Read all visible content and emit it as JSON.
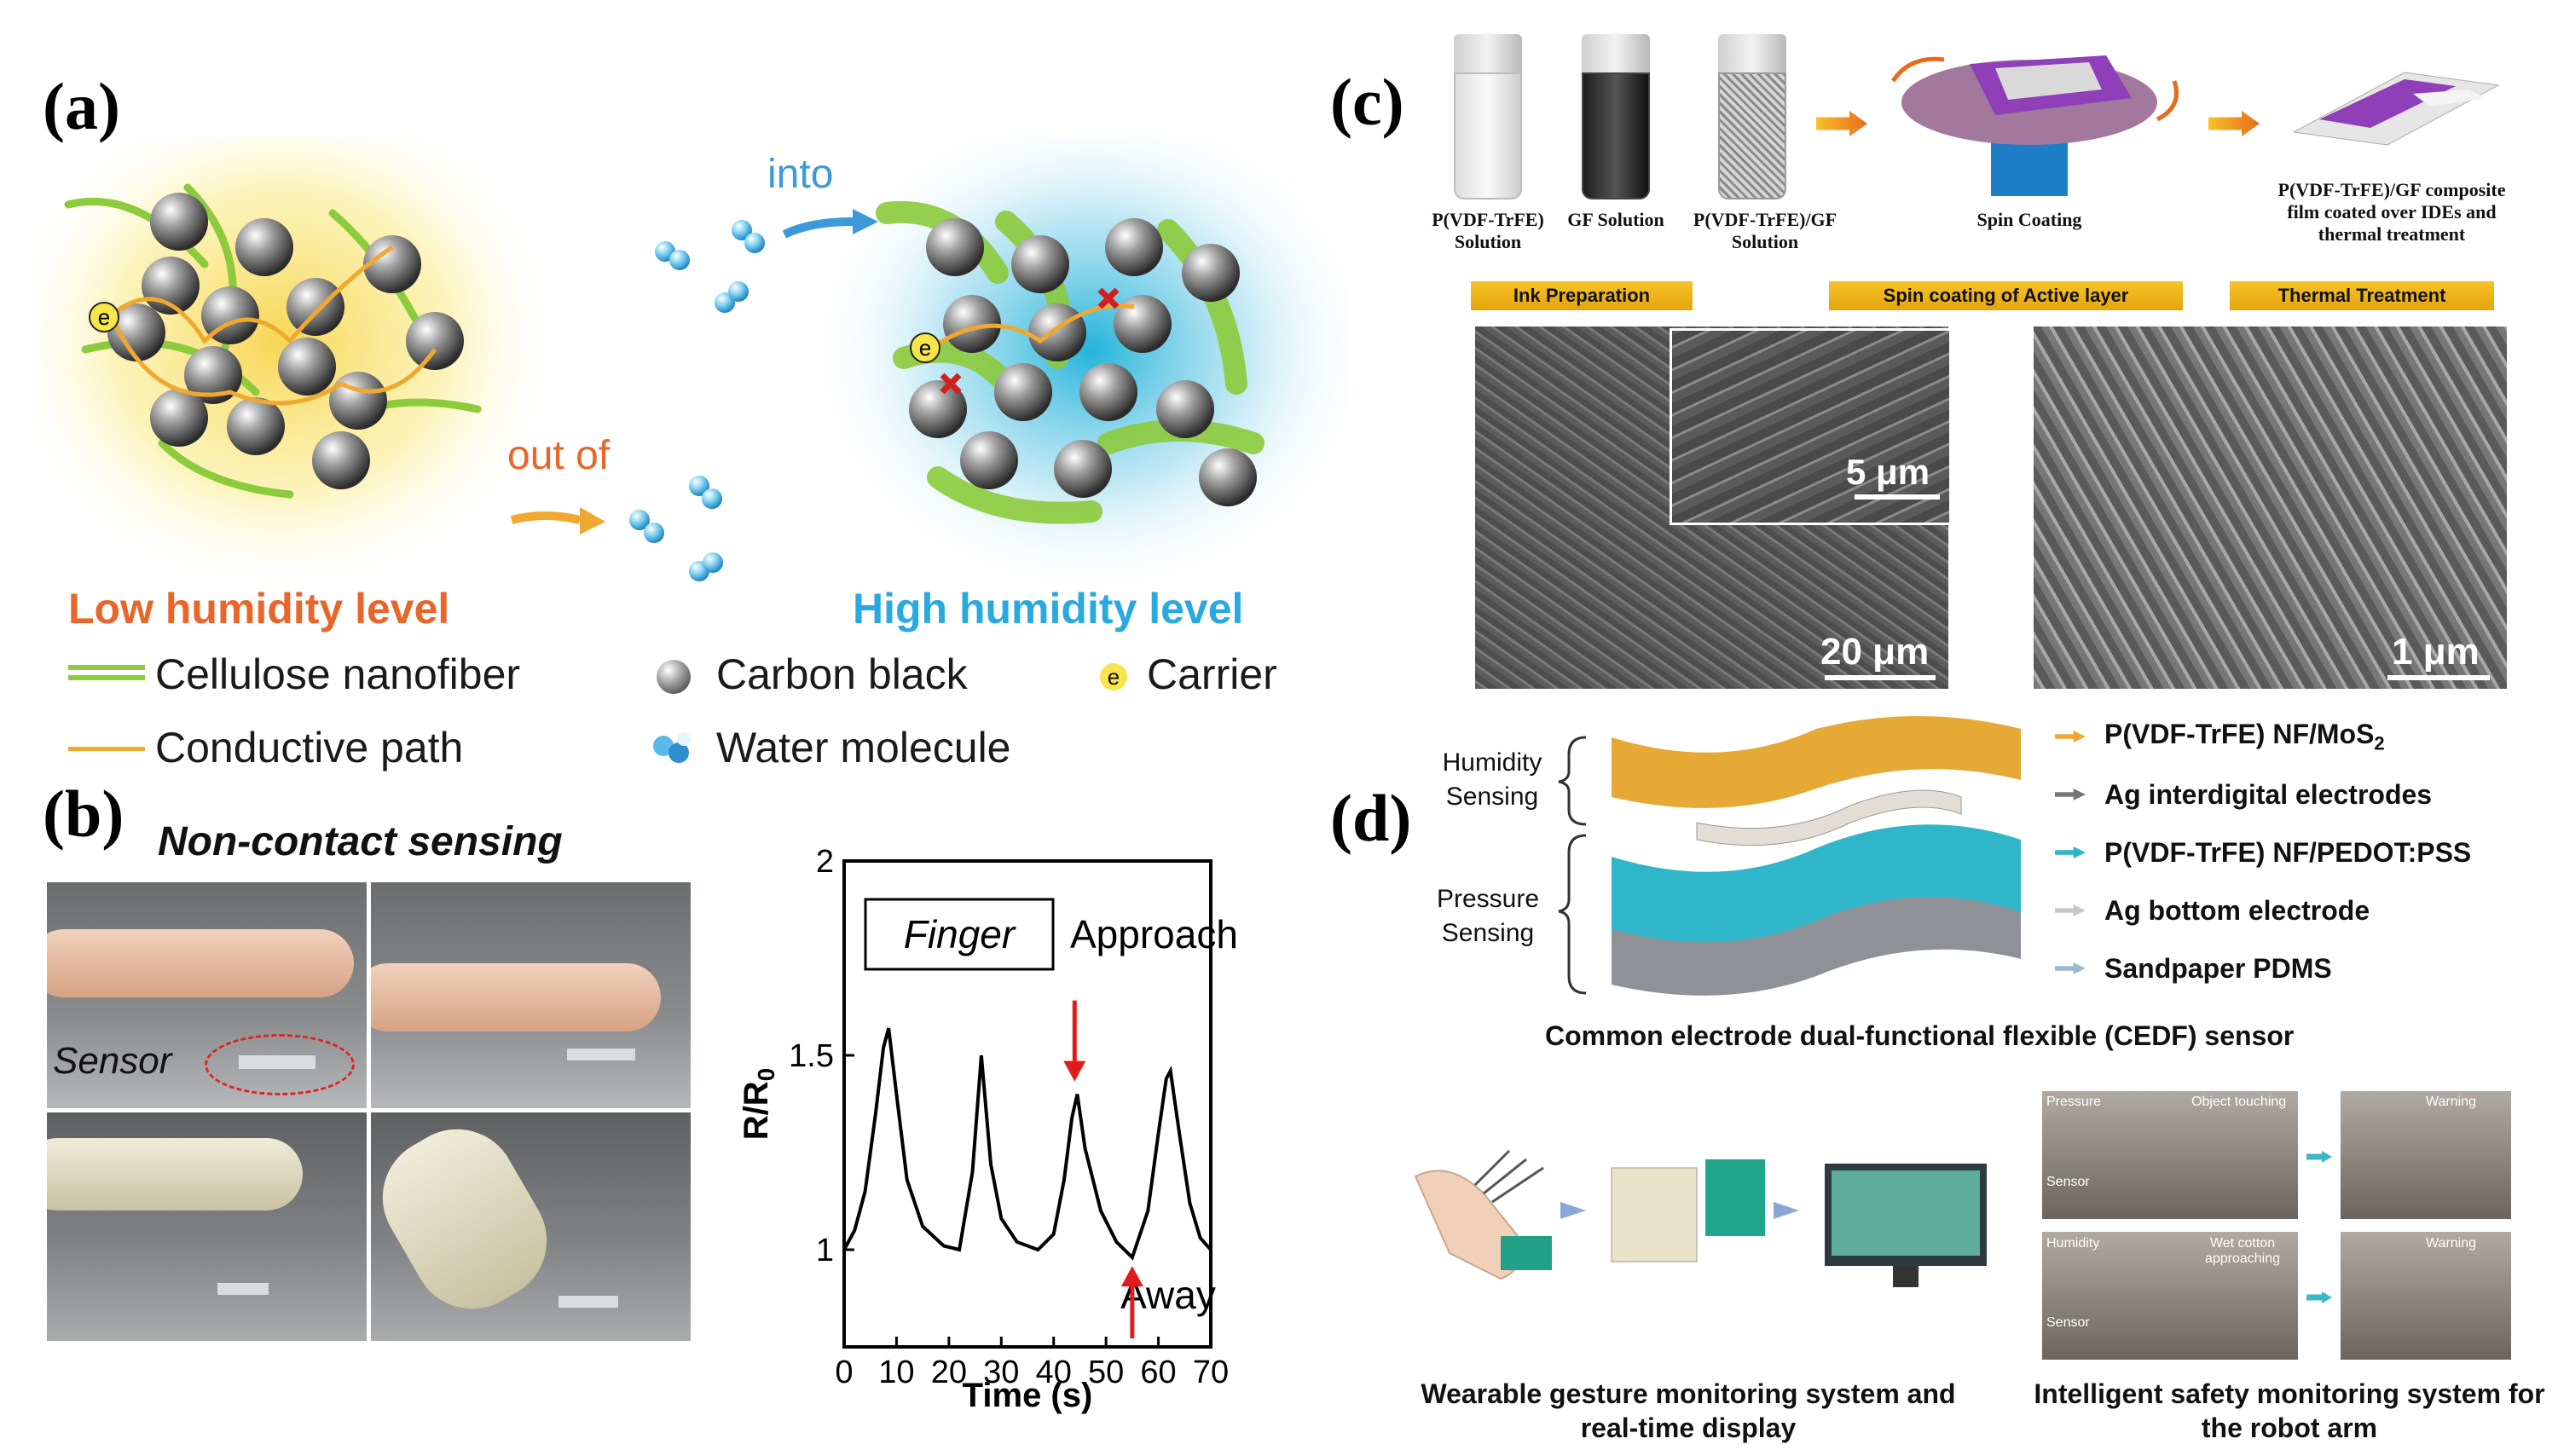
{
  "panels": {
    "a": "(a)",
    "b": "(b)",
    "c": "(c)",
    "d": "(d)"
  },
  "panel_a": {
    "into": "into",
    "out_of": "out of",
    "low": "Low humidity level",
    "high": "High humidity level",
    "carrier_glyph": "e",
    "legend": {
      "cellulose": "Cellulose nanofiber",
      "carbon": "Carbon black",
      "carrier": "Carrier",
      "conductive": "Conductive path",
      "water": "Water molecule"
    },
    "colors": {
      "low": "#e8662a",
      "high": "#29a9df",
      "fiber": "#8ccb3c",
      "path": "#f0a830"
    }
  },
  "panel_b": {
    "title": "Non-contact sensing",
    "sensor_label": "Sensor",
    "finger_box": "Finger",
    "approach": "Approach",
    "away": "Away",
    "chart_data": {
      "type": "line",
      "xlabel": "Time (s)",
      "ylabel": "R/R0",
      "xlim": [
        0,
        70
      ],
      "ylim": [
        0.75,
        2.0
      ],
      "xticks": [
        0,
        10,
        20,
        30,
        40,
        50,
        60,
        70
      ],
      "yticks": [
        {
          "v": 1,
          "label": "1"
        },
        {
          "v": 1.5,
          "label": "1.5"
        },
        {
          "v": 2,
          "label": "2"
        }
      ],
      "series": [
        {
          "x": [
            0,
            2,
            4,
            6,
            7.5,
            8.5,
            10,
            12,
            15,
            19,
            22,
            24.5,
            26.2,
            28,
            30,
            33,
            37,
            40,
            42,
            43.5,
            44.5,
            46,
            49,
            52,
            55,
            58,
            60,
            61.5,
            62.3,
            64,
            66,
            68,
            70
          ],
          "y": [
            1.0,
            1.05,
            1.15,
            1.35,
            1.52,
            1.57,
            1.4,
            1.18,
            1.06,
            1.01,
            1.0,
            1.2,
            1.5,
            1.22,
            1.08,
            1.02,
            1.0,
            1.04,
            1.18,
            1.34,
            1.4,
            1.26,
            1.1,
            1.02,
            0.98,
            1.1,
            1.3,
            1.44,
            1.46,
            1.3,
            1.12,
            1.03,
            1.0
          ]
        }
      ],
      "annotations": [
        {
          "text": "Approach",
          "x": 44,
          "y": 1.4,
          "arrow": "down"
        },
        {
          "text": "Away",
          "x": 55,
          "y": 0.98,
          "arrow": "up"
        }
      ]
    }
  },
  "panel_c": {
    "vial1": "P(VDF-TrFE) Solution",
    "vial2": "GF Solution",
    "vial3": "P(VDF-TrFE)/GF Solution",
    "spin": "Spin Coating",
    "film": "P(VDF-TrFE)/GF composite film coated over IDEs and thermal treatment",
    "bar1": "Ink Preparation",
    "bar2": "Spin coating of Active layer",
    "bar3": "Thermal Treatment",
    "scale1": "5 μm",
    "scale2": "20 μm",
    "scale3": "1 μm"
  },
  "panel_d": {
    "humidity_sensing": "Humidity Sensing",
    "pressure_sensing": "Pressure Sensing",
    "layers": [
      {
        "label": "P(VDF-TrFE) NF/MoS",
        "sub": "2",
        "color": "#f0a830"
      },
      {
        "label": "Ag interdigital electrodes",
        "sub": "",
        "color": "#777777"
      },
      {
        "label": "P(VDF-TrFE) NF/PEDOT:PSS",
        "sub": "",
        "color": "#2fb6c8"
      },
      {
        "label": "Ag bottom electrode",
        "sub": "",
        "color": "#c8c8c8"
      },
      {
        "label": "Sandpaper PDMS",
        "sub": "",
        "color": "#9fb7d0"
      }
    ],
    "sensor_title": "Common electrode dual-functional flexible (CEDF) sensor",
    "wearable_caption": "Wearable gesture monitoring system and real-time display",
    "robot_caption": "Intelligent safety monitoring system for the robot arm",
    "photo_labels": {
      "pressure": "Pressure",
      "object_touching": "Object touching",
      "sensor1": "Sensor",
      "warning1": "Warning",
      "humidity": "Humidity",
      "wet_cotton": "Wet cotton approaching",
      "sensor2": "Sensor",
      "warning2": "Warning"
    }
  }
}
